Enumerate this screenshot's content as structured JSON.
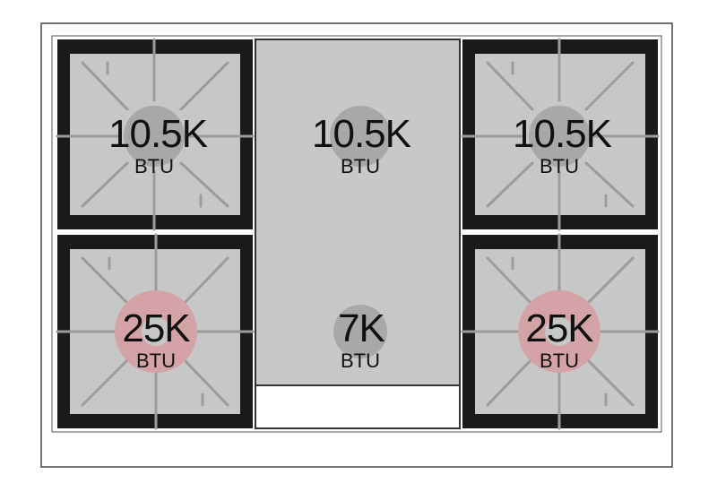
{
  "colors": {
    "frame": "#1a1a1a",
    "grate": "#c7c7c7",
    "griddle": "#c8c8c8",
    "grate_bar": "#9c9c9c",
    "cap_standard": "#a8a8a8",
    "cap_power": "#d4a3a8",
    "text": "#111111"
  },
  "burners": [
    {
      "id": "left-rear",
      "rating": "10.5K",
      "unit": "BTU",
      "kind": "standard"
    },
    {
      "id": "center-rear",
      "rating": "10.5K",
      "unit": "BTU",
      "kind": "standard"
    },
    {
      "id": "right-rear",
      "rating": "10.5K",
      "unit": "BTU",
      "kind": "standard"
    },
    {
      "id": "left-front",
      "rating": "25K",
      "unit": "BTU",
      "kind": "power"
    },
    {
      "id": "center-front",
      "rating": "7K",
      "unit": "BTU",
      "kind": "simmer"
    },
    {
      "id": "right-front",
      "rating": "25K",
      "unit": "BTU",
      "kind": "power"
    }
  ]
}
